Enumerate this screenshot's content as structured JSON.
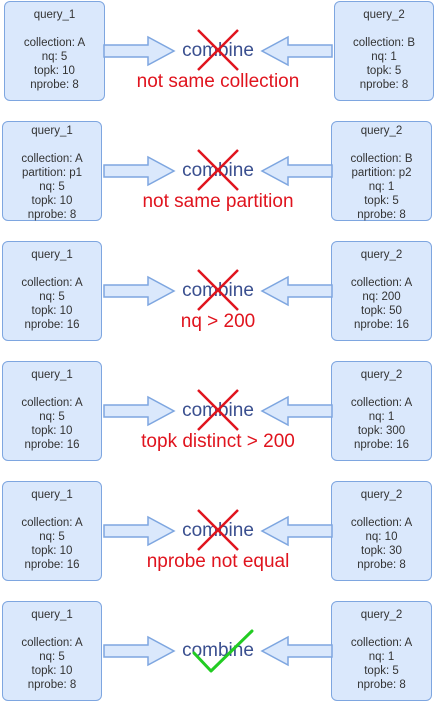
{
  "combine_label": "combine",
  "colors": {
    "box_fill": "#dae8fc",
    "box_stroke": "#7ea6e0",
    "reject": "#e0141e",
    "accept": "#22cc22",
    "combine_text": "#3a4f8f"
  },
  "rows": [
    {
      "left": {
        "title": "query_1",
        "lines": [
          "collection: A",
          "nq: 5",
          "topk: 10",
          "nprobe: 8"
        ]
      },
      "right": {
        "title": "query_2",
        "lines": [
          "collection: B",
          "nq: 1",
          "topk: 5",
          "nprobe: 8"
        ]
      },
      "result": "cross",
      "reason": "not same collection"
    },
    {
      "left": {
        "title": "query_1",
        "lines": [
          "collection: A",
          "partition: p1",
          "nq: 5",
          "topk: 10",
          "nprobe: 8"
        ]
      },
      "right": {
        "title": "query_2",
        "lines": [
          "collection: B",
          "partition: p2",
          "nq: 1",
          "topk: 5",
          "nprobe: 8"
        ]
      },
      "result": "cross",
      "reason": "not same partition"
    },
    {
      "left": {
        "title": "query_1",
        "lines": [
          "collection: A",
          "nq: 5",
          "topk: 10",
          "nprobe: 16"
        ]
      },
      "right": {
        "title": "query_2",
        "lines": [
          "collection: A",
          "nq: 200",
          "topk: 50",
          "nprobe: 16"
        ]
      },
      "result": "cross",
      "reason": "nq > 200"
    },
    {
      "left": {
        "title": "query_1",
        "lines": [
          "collection: A",
          "nq: 5",
          "topk: 10",
          "nprobe: 16"
        ]
      },
      "right": {
        "title": "query_2",
        "lines": [
          "collection: A",
          "nq: 1",
          "topk: 300",
          "nprobe: 16"
        ]
      },
      "result": "cross",
      "reason": "topk distinct > 200"
    },
    {
      "left": {
        "title": "query_1",
        "lines": [
          "collection: A",
          "nq: 5",
          "topk: 10",
          "nprobe: 16"
        ]
      },
      "right": {
        "title": "query_2",
        "lines": [
          "collection: A",
          "nq: 10",
          "topk: 30",
          "nprobe: 8"
        ]
      },
      "result": "cross",
      "reason": "nprobe not equal"
    },
    {
      "left": {
        "title": "query_1",
        "lines": [
          "collection: A",
          "nq: 5",
          "topk: 10",
          "nprobe: 8"
        ]
      },
      "right": {
        "title": "query_2",
        "lines": [
          "collection: A",
          "nq: 1",
          "topk: 5",
          "nprobe: 8"
        ]
      },
      "result": "check",
      "reason": ""
    }
  ]
}
